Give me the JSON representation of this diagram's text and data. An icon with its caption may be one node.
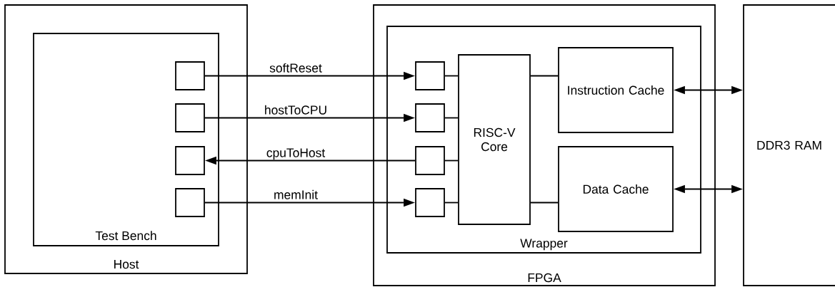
{
  "diagram": {
    "nodes": [
      {
        "text": [
          "Host"
        ]
      },
      {
        "text": [
          "Test Bench"
        ],
        "in": 0
      },
      {
        "text": [],
        "shape": "box",
        "in": 1
      },
      {
        "text": [],
        "shape": "box",
        "in": 1
      },
      {
        "text": [],
        "shape": "box",
        "in": 1
      },
      {
        "text": [],
        "shape": "box",
        "in": 1
      },
      {
        "text": [
          "FPGA"
        ]
      },
      {
        "text": [
          "Wrapper"
        ],
        "in": 6
      },
      {
        "text": [],
        "shape": "box",
        "in": 7
      },
      {
        "text": [],
        "shape": "box",
        "in": 7
      },
      {
        "text": [],
        "shape": "box",
        "in": 7
      },
      {
        "text": [],
        "shape": "box",
        "in": 7
      },
      {
        "text": [
          "RISC-V Core"
        ],
        "in": 7
      },
      {
        "text": [
          "Instruction Cache"
        ],
        "in": 7
      },
      {
        "text": [
          "Data Cache"
        ],
        "in": 7
      },
      {
        "text": [
          "DDR3 RAM"
        ]
      }
    ],
    "edges": [
      {
        "from": 2,
        "to": 8,
        "arrow": "to",
        "label": "softReset"
      },
      {
        "from": 3,
        "to": 9,
        "arrow": "to",
        "label": "hostToCPU"
      },
      {
        "from": 10,
        "to": 4,
        "arrow": "to",
        "label": "cpuToHost"
      },
      {
        "from": 5,
        "to": 11,
        "arrow": "to",
        "label": "memInit"
      },
      {
        "from": 8,
        "to": 12,
        "arrow": "none"
      },
      {
        "from": 9,
        "to": 12,
        "arrow": "none"
      },
      {
        "from": 10,
        "to": 12,
        "arrow": "none"
      },
      {
        "from": 11,
        "to": 12,
        "arrow": "none"
      },
      {
        "from": 12,
        "to": 13,
        "arrow": "none"
      },
      {
        "from": 12,
        "to": 14,
        "arrow": "none"
      },
      {
        "from": 13,
        "to": 15,
        "arrow": "both"
      },
      {
        "from": 14,
        "to": 15,
        "arrow": "both"
      }
    ]
  }
}
